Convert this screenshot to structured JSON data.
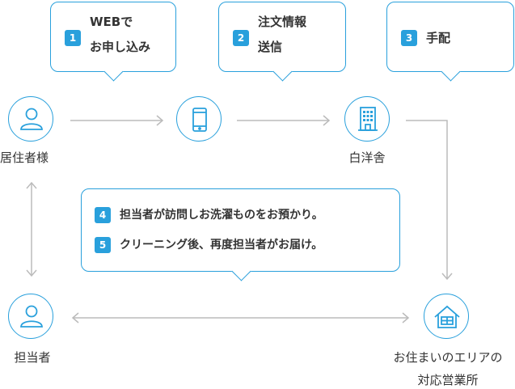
{
  "steps": [
    {
      "num": "1",
      "line1": "WEBで",
      "line2": "お申し込み"
    },
    {
      "num": "2",
      "line1": "注文情報",
      "line2": "送信"
    },
    {
      "num": "3",
      "line1": "手配"
    }
  ],
  "middle_steps": [
    {
      "num": "4",
      "text": "担当者が訪問しお洗濯ものをお預かり。"
    },
    {
      "num": "5",
      "text": "クリーニング後、再度担当者がお届け。"
    }
  ],
  "nodes": {
    "resident": {
      "label": "居住者様",
      "icon": "person-icon"
    },
    "smartphone": {
      "icon": "smartphone-icon"
    },
    "shiroyosha": {
      "label": "白洋舎",
      "icon": "building-icon"
    },
    "staff": {
      "label": "担当者",
      "icon": "person-icon"
    },
    "office": {
      "label_line1": "お住まいのエリアの",
      "label_line2": "対応営業所",
      "icon": "house-icon"
    }
  },
  "colors": {
    "accent": "#29a0dc",
    "arrow": "#bbbbbb",
    "text": "#333333"
  }
}
